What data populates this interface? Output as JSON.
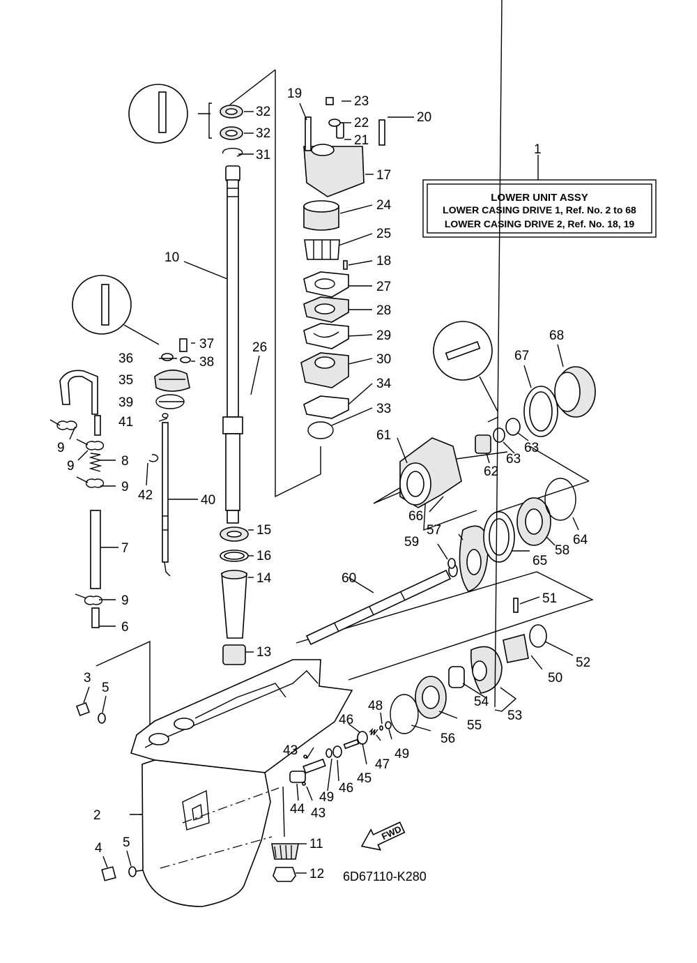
{
  "info_box": {
    "title": "LOWER  UNIT ASSY",
    "line1": "LOWER CASING DRIVE 1,  Ref. No. 2 to 68",
    "line2": "LOWER CASING DRIVE 2,  Ref. No. 18, 19"
  },
  "diagram_code": "6D67110-K280",
  "fwd_label": "FWD",
  "callouts": {
    "c1": "1",
    "c2": "2",
    "c3": "3",
    "c4": "4",
    "c5": "5",
    "c6": "6",
    "c7": "7",
    "c8": "8",
    "c9": "9",
    "c10": "10",
    "c11": "11",
    "c12": "12",
    "c13": "13",
    "c14": "14",
    "c15": "15",
    "c16": "16",
    "c17": "17",
    "c18": "18",
    "c19": "19",
    "c20": "20",
    "c21": "21",
    "c22": "22",
    "c23": "23",
    "c24": "24",
    "c25": "25",
    "c26": "26",
    "c27": "27",
    "c28": "28",
    "c29": "29",
    "c30": "30",
    "c31": "31",
    "c32": "32",
    "c33": "33",
    "c34": "34",
    "c35": "35",
    "c36": "36",
    "c37": "37",
    "c38": "38",
    "c39": "39",
    "c40": "40",
    "c41": "41",
    "c42": "42",
    "c43": "43",
    "c44": "44",
    "c45": "45",
    "c46": "46",
    "c47": "47",
    "c48": "48",
    "c49": "49",
    "c50": "50",
    "c51": "51",
    "c52": "52",
    "c53": "53",
    "c54": "54",
    "c55": "55",
    "c56": "56",
    "c57": "57",
    "c58": "58",
    "c59": "59",
    "c60": "60",
    "c61": "61",
    "c62": "62",
    "c63": "63",
    "c64": "64",
    "c65": "65",
    "c66": "66",
    "c67": "67",
    "c68": "68"
  }
}
